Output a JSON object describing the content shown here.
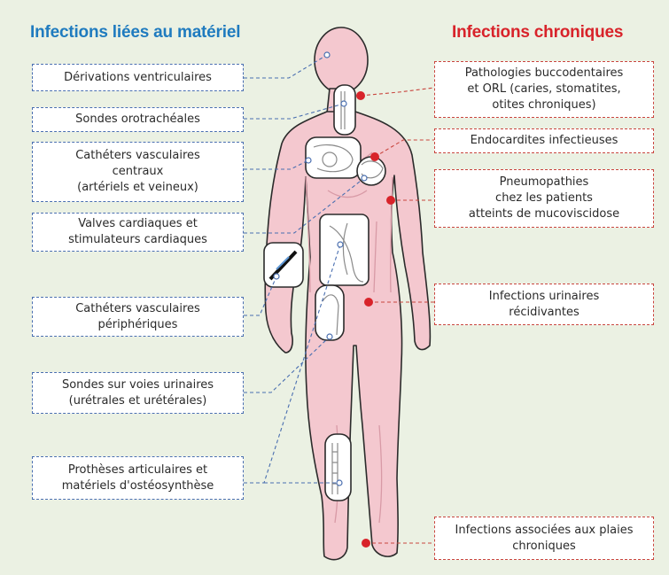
{
  "headings": {
    "left": "Infections liées au matériel",
    "right": "Infections chroniques"
  },
  "colors": {
    "background": "#ebf1e3",
    "left_accent": "#1f7bbf",
    "right_accent": "#d8232a",
    "body_fill": "#f4c8cf"
  },
  "device_infections": [
    {
      "lines": [
        "Dérivations ventriculaires"
      ]
    },
    {
      "lines": [
        "Sondes orotrachéales"
      ]
    },
    {
      "lines": [
        "Cathéters vasculaires",
        "centraux",
        "(artériels et veineux)"
      ]
    },
    {
      "lines": [
        "Valves cardiaques et",
        "stimulateurs cardiaques"
      ]
    },
    {
      "lines": [
        "Cathéters vasculaires",
        "périphériques"
      ]
    },
    {
      "lines": [
        "Sondes sur voies urinaires",
        "(urétrales et urétérales)"
      ]
    },
    {
      "lines": [
        "Prothèses articulaires et",
        "matériels d'ostéosynthèse"
      ]
    }
  ],
  "chronic_infections": [
    {
      "lines": [
        "Pathologies buccodentaires",
        "et ORL (caries, stomatites,",
        "otites chroniques)"
      ]
    },
    {
      "lines": [
        "Endocardites infectieuses"
      ]
    },
    {
      "lines": [
        "Pneumopathies",
        "chez les patients",
        "atteints de mucoviscidose"
      ]
    },
    {
      "lines": [
        "Infections urinaires",
        "récidivantes"
      ]
    },
    {
      "lines": [
        "Infections associées aux plaies",
        "chroniques"
      ]
    }
  ]
}
